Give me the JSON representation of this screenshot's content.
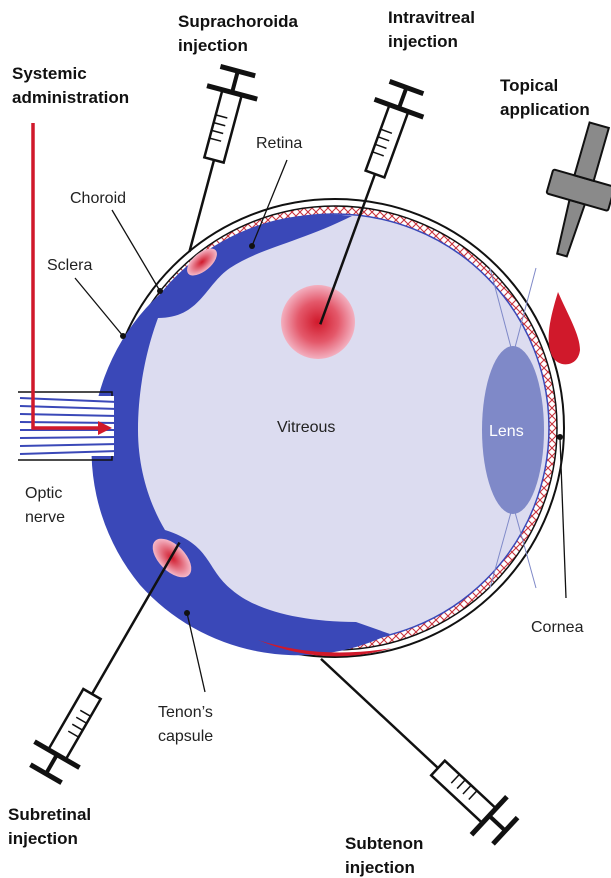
{
  "labels": {
    "suprachoroidal": [
      "Suprachoroida",
      "injection"
    ],
    "intravitreal": [
      "Intravitreal",
      "injection"
    ],
    "systemic": [
      "Systemic",
      "administration"
    ],
    "topical": [
      "Topical",
      "application"
    ],
    "retina": "Retina",
    "choroid": "Choroid",
    "sclera": "Sclera",
    "vitreous": "Vitreous",
    "lens": "Lens",
    "optic_nerve": [
      "Optic",
      "nerve"
    ],
    "cornea": "Cornea",
    "tenons_capsule": [
      "Tenon’s",
      "capsule"
    ],
    "subretinal": [
      "Subretinal",
      "injection"
    ],
    "subtenon": [
      "Subtenon",
      "injection"
    ]
  },
  "colors": {
    "vitreous_fill": "#dcdcf0",
    "retina_band": "#3a48b8",
    "sclera_hatch": "#c8323c",
    "lens_fill": "#7f89c8",
    "drug_red": "#d0192b",
    "dropper_gray": "#8a8a8a",
    "outline": "#111111"
  }
}
